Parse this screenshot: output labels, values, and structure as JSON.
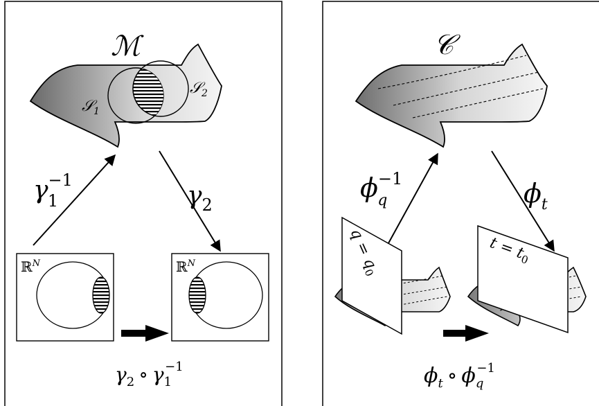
{
  "left_panel": {
    "manifold_label": "ℳ",
    "set1_label": "𝒮",
    "set1_sub": "1",
    "set2_label": "𝒮",
    "set2_sub": "2",
    "inverse_map_label": "γ",
    "inverse_map_sup": "−1",
    "inverse_map_sub": "1",
    "forward_map_label": "γ",
    "forward_map_sub": "2",
    "chart_left_label": "ℝ",
    "chart_left_sup": "N",
    "chart_right_label": "ℝ",
    "chart_right_sup": "N",
    "composition_a": "γ",
    "composition_a_sub": "2",
    "composition_op": "∘",
    "composition_b": "γ",
    "composition_b_sub": "1",
    "composition_b_sup": "−1"
  },
  "right_panel": {
    "space_label": "𝒞",
    "inverse_map_label": "ϕ",
    "inverse_map_sub": "q",
    "inverse_map_sup": "−1",
    "forward_map_label": "ϕ",
    "forward_map_sub": "t",
    "plane_left_text": "q = q",
    "plane_left_sub": "0",
    "plane_right_text": "t = t",
    "plane_right_sub": "0",
    "composition_a": "ϕ",
    "composition_a_sub": "t",
    "composition_op": "∘",
    "composition_b": "ϕ",
    "composition_b_sub": "q",
    "composition_b_sup": "−1"
  },
  "colors": {
    "stroke": "#000000",
    "sheet_dark": "#6e6e6e",
    "sheet_light": "#f2f2f2",
    "background": "#ffffff"
  }
}
